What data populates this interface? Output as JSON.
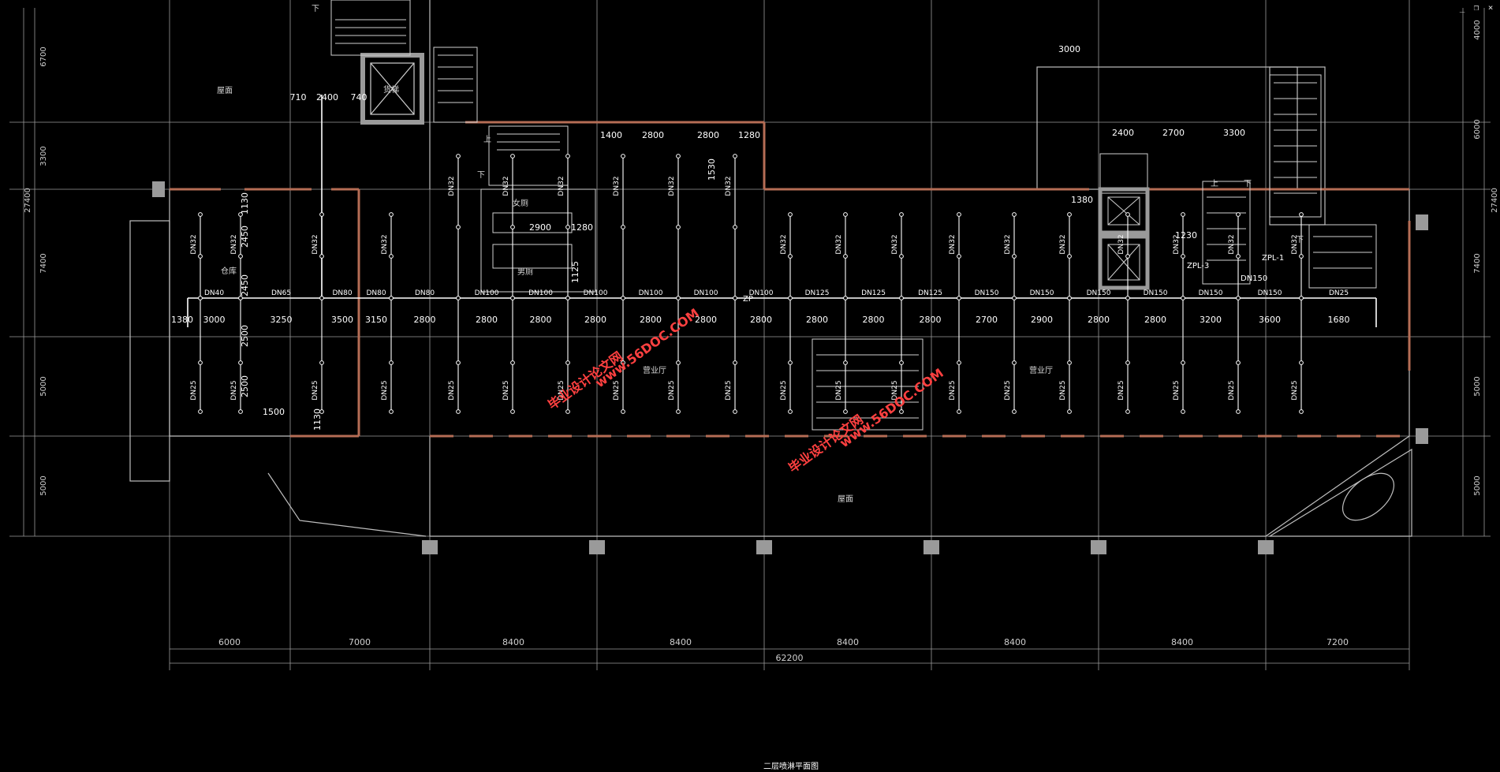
{
  "window": {
    "minimize": "_",
    "restore": "❐",
    "close": "×"
  },
  "drawing_title": "二层喷淋平面图",
  "bottom_dims": [
    "6000",
    "7000",
    "8400",
    "8400",
    "8400",
    "8400",
    "8400",
    "7200"
  ],
  "overall_dim": "62200",
  "left_dims": [
    "6700",
    "3300",
    "7400",
    "5000",
    "5000"
  ],
  "left_total": "27400",
  "right_dims": [
    "4000",
    "6000",
    "7400",
    "5000",
    "5000"
  ],
  "right_total": "27400",
  "top_dim": "3000",
  "main_pipe_dims": [
    "1380",
    "3000",
    "3250",
    "3500",
    "3150",
    "2800",
    "2800",
    "2800",
    "2800",
    "2800",
    "2800",
    "2800",
    "2800",
    "2800",
    "2800",
    "2700",
    "2900",
    "2800",
    "2800",
    "3200",
    "3600",
    "1680"
  ],
  "main_pipe_sizes": [
    "DN40",
    "DN65",
    "DN80",
    "DN80",
    "DN80",
    "DN100",
    "DN100",
    "DN100",
    "DN100",
    "DN100",
    "DN100",
    "DN125",
    "DN125",
    "DN125",
    "DN150",
    "DN150",
    "DN150",
    "DN150",
    "DN150",
    "DN150",
    "DN25"
  ],
  "branch_label": "DN32",
  "branch_end_label": "DN25",
  "upper_dims": [
    "1400",
    "2800",
    "2800",
    "1280"
  ],
  "upper_right_dims": [
    "2400",
    "2700",
    "3300"
  ],
  "small_dims": [
    "710",
    "2400",
    "740",
    "1130",
    "2450",
    "2450",
    "2500",
    "2500",
    "1500",
    "1130",
    "1530",
    "1380",
    "1230",
    "2900",
    "1280",
    "1125"
  ],
  "room_labels": {
    "roof_top": "屋面",
    "roof_bottom": "屋面",
    "warehouse": "仓库",
    "hall_left": "营业厅",
    "hall_right": "营业厅",
    "freight": "货梯",
    "female_wc": "女厕",
    "male_wc": "男厕",
    "up": "上",
    "down": "下"
  },
  "pipe_tags": {
    "zp": "ZP",
    "zpl3": "ZPL-3",
    "zpl1": "ZPL-1",
    "dn150": "DN150"
  },
  "watermark": {
    "line1": "毕业设计论文网",
    "line2": "www.56DOC.COM"
  }
}
